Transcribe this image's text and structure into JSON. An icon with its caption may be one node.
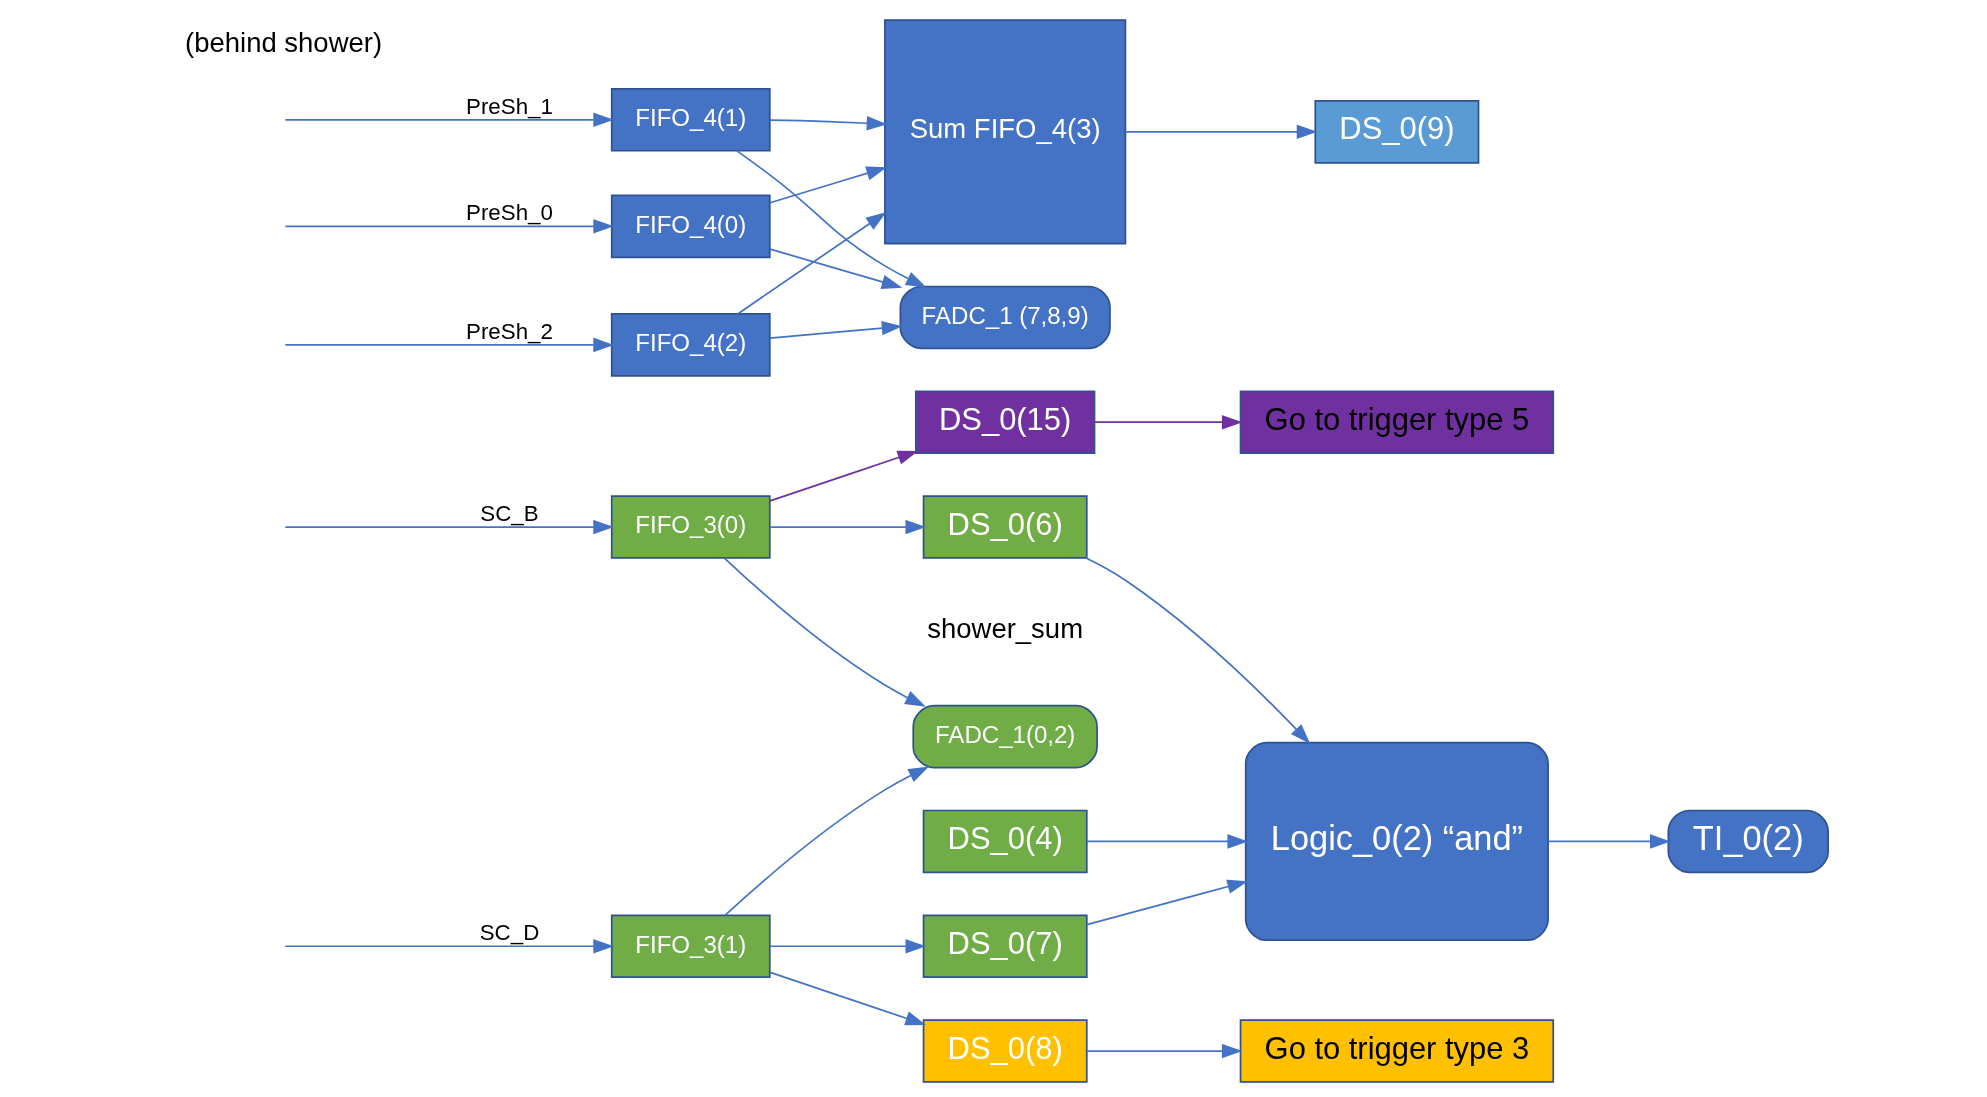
{
  "diagram": {
    "nodes": [
      {
        "text": [
          "FADC_1(0,2)"
        ]
      },
      {
        "text": [
          "FIFO_3(0)"
        ]
      },
      {
        "text": [
          "FIFO_3(1)"
        ]
      },
      {
        "text": [
          "DS_0(4)"
        ]
      },
      {
        "text": [
          "DS_0(6)"
        ]
      },
      {
        "text": [
          "DS_0(7)"
        ]
      },
      {
        "text": [
          "DS_0(8)"
        ]
      },
      {
        "text": [
          "DS_0(15)"
        ]
      },
      {
        "text": [
          "Logic_0(2) “and”"
        ]
      },
      {
        "text": [
          "TI_0(2)"
        ]
      },
      {
        "text": [
          "Go to trigger type 3"
        ]
      },
      {
        "text": [
          "Go to trigger type 5"
        ]
      },
      {
        "text": [
          "FADC_1 (7,8,9)"
        ]
      },
      {
        "text": [
          "FIFO_4(0)"
        ]
      },
      {
        "text": [
          "FIFO_4(1)"
        ]
      },
      {
        "text": [
          "FIFO_4(2)"
        ]
      },
      {
        "text": [
          "Sum FIFO_4(3)"
        ]
      },
      {
        "text": [
          "DS_0(9)"
        ]
      }
    ],
    "edges": [
      {
        "from": null,
        "to": 1,
        "arrow": "to",
        "label": "SC_B"
      },
      {
        "from": null,
        "to": 2,
        "arrow": "to",
        "label": "SC_D"
      },
      {
        "from": 1,
        "to": 0,
        "arrow": "to"
      },
      {
        "from": 2,
        "to": 0,
        "arrow": "to"
      },
      {
        "from": 1,
        "to": 4,
        "arrow": "to"
      },
      {
        "from": 2,
        "to": 5,
        "arrow": "to"
      },
      {
        "from": 2,
        "to": 6,
        "arrow": "to"
      },
      {
        "from": 1,
        "to": 7,
        "arrow": "to",
        "color": "#7030a0"
      },
      {
        "from": 3,
        "to": 8,
        "arrow": "to"
      },
      {
        "from": 4,
        "to": 8,
        "arrow": "to"
      },
      {
        "from": 5,
        "to": 8,
        "arrow": "to"
      },
      {
        "from": 8,
        "to": 9,
        "arrow": "to"
      },
      {
        "from": 6,
        "to": 10,
        "arrow": "to"
      },
      {
        "from": 7,
        "to": 11,
        "arrow": "to",
        "color": "#7030a0"
      },
      {
        "from": null,
        "to": 13,
        "arrow": "to",
        "label": "PreSh_0"
      },
      {
        "from": null,
        "to": 14,
        "arrow": "to",
        "label": "PreSh_1"
      },
      {
        "from": null,
        "to": 15,
        "arrow": "to",
        "label": "PreSh_2"
      },
      {
        "from": 13,
        "to": 12,
        "arrow": "to"
      },
      {
        "from": 14,
        "to": 12,
        "arrow": "to"
      },
      {
        "from": 15,
        "to": 12,
        "arrow": "to"
      },
      {
        "from": 13,
        "to": 16,
        "arrow": "to"
      },
      {
        "from": 14,
        "to": 16,
        "arrow": "to"
      },
      {
        "from": 15,
        "to": 16,
        "arrow": "to"
      },
      {
        "from": 16,
        "to": 17,
        "arrow": "to"
      }
    ],
    "labels": [
      "shower_sum",
      "(behind shower)"
    ]
  }
}
